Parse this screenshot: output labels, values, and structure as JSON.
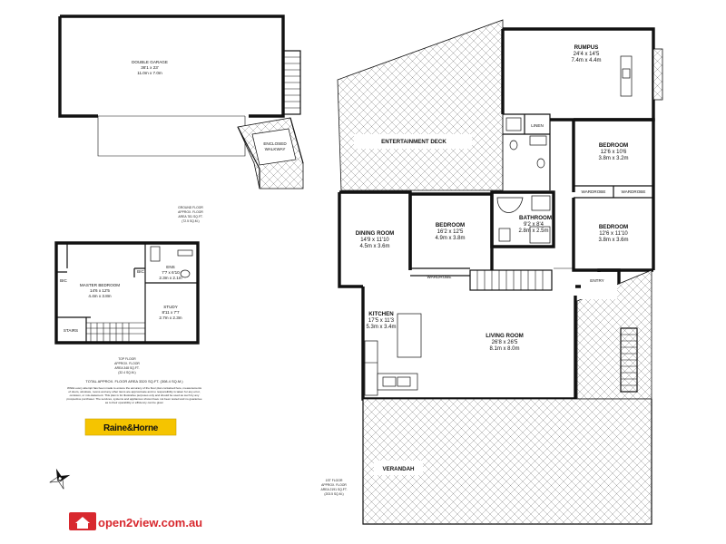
{
  "ground_floor": {
    "double_garage": {
      "name": "DOUBLE GARAGE",
      "dim_imperial": "36'1 x 23'",
      "dim_metric": "11.0m x 7.0m"
    },
    "enclosed_walkway": {
      "line1": "ENCLOSED",
      "line2": "WALKWAY"
    },
    "area": {
      "line1": "GROUND FLOOR",
      "line2": "APPROX. FLOOR",
      "line3": "AREA 781 SQ.FT.",
      "line4": "(72.5 SQ.M.)"
    }
  },
  "top_floor": {
    "master_bedroom": {
      "name": "MASTER BEDROOM",
      "dim_imperial": "14'6 x 12'5",
      "dim_metric": "4.4m x 3.8m"
    },
    "ens": {
      "name": "ENS",
      "dim_imperial": "7'7 x 6'10",
      "dim_metric": "2.3m x 2.1m"
    },
    "study": {
      "name": "STUDY",
      "dim_imperial": "8'11 x 7'7",
      "dim_metric": "2.7m x 2.3m"
    },
    "bic_left": "BIC",
    "bic_right": "BIC",
    "stairs": "STAIRS",
    "area": {
      "line1": "TOP FLOOR",
      "line2": "APPROX. FLOOR",
      "line3": "AREA 348 SQ.FT.",
      "line4": "(32.4 SQ.M.)"
    }
  },
  "total_area": "TOTAL APPROX. FLOOR AREA 3320 SQ.FT. (308.4 SQ.M.)",
  "disclaimer": [
    "Whilst every attempt has been made to ensure the accuracy of the floor plan contained here, measurements",
    "of doors, windows, rooms and any other items are approximate and no responsibility is taken for any error,",
    "omission, or mis-statement. This plan is for illustrative purposes only and should be used as such by any",
    "prospective purchaser. The services, systems and appliances shown have not been tested and no guarantee",
    "as to their operability or efficiency can be given"
  ],
  "brand_logo": "Raine&Horne",
  "first_floor": {
    "rumpus": {
      "name": "RUMPUS",
      "dim_imperial": "24'4 x 14'5",
      "dim_metric": "7.4m x 4.4m"
    },
    "entertainment_deck": "ENTERTAINMENT DECK",
    "linen": "LINEN",
    "bedroom_ne": {
      "name": "BEDROOM",
      "dim_imperial": "12'6 x 10'6",
      "dim_metric": "3.8m x 3.2m"
    },
    "wardrobe_1": "WARDROBE",
    "wardrobe_2": "WARDROBE",
    "wardrobe_3": "WARDROBE",
    "bedroom_se": {
      "name": "BEDROOM",
      "dim_imperial": "12'6 x 11'10",
      "dim_metric": "3.8m x 3.6m"
    },
    "bathroom": {
      "name": "BATHROOM",
      "dim_imperial": "9'2 x 8'4",
      "dim_metric": "2.8m x 2.5m"
    },
    "bedroom_mid": {
      "name": "BEDROOM",
      "dim_imperial": "16'2 x 12'5",
      "dim_metric": "4.9m x 3.8m"
    },
    "dining_room": {
      "name": "DINING ROOM",
      "dim_imperial": "14'9 x 11'10",
      "dim_metric": "4.5m x 3.6m"
    },
    "entry": "ENTRY",
    "kitchen": {
      "name": "KITCHEN",
      "dim_imperial": "17'5 x 11'3",
      "dim_metric": "5.3m x 3.4m"
    },
    "living_room": {
      "name": "LIVING ROOM",
      "dim_imperial": "26'8 x 26'5",
      "dim_metric": "8.1m x 8.0m"
    },
    "verandah": "VERANDAH",
    "area": {
      "line1": "1ST FLOOR",
      "line2": "APPROX. FLOOR",
      "line3": "AREA 2191 SQ.FT.",
      "line4": "(203.5 SQ.M.)"
    }
  },
  "footer_logo": "open2view.com.au",
  "colors": {
    "brand_yellow": "#f5c400",
    "brand_red": "#e2231a",
    "open2view_red": "#d8282e",
    "hatch": "#888888"
  },
  "icons": [
    "north-arrow-icon",
    "house-icon"
  ]
}
